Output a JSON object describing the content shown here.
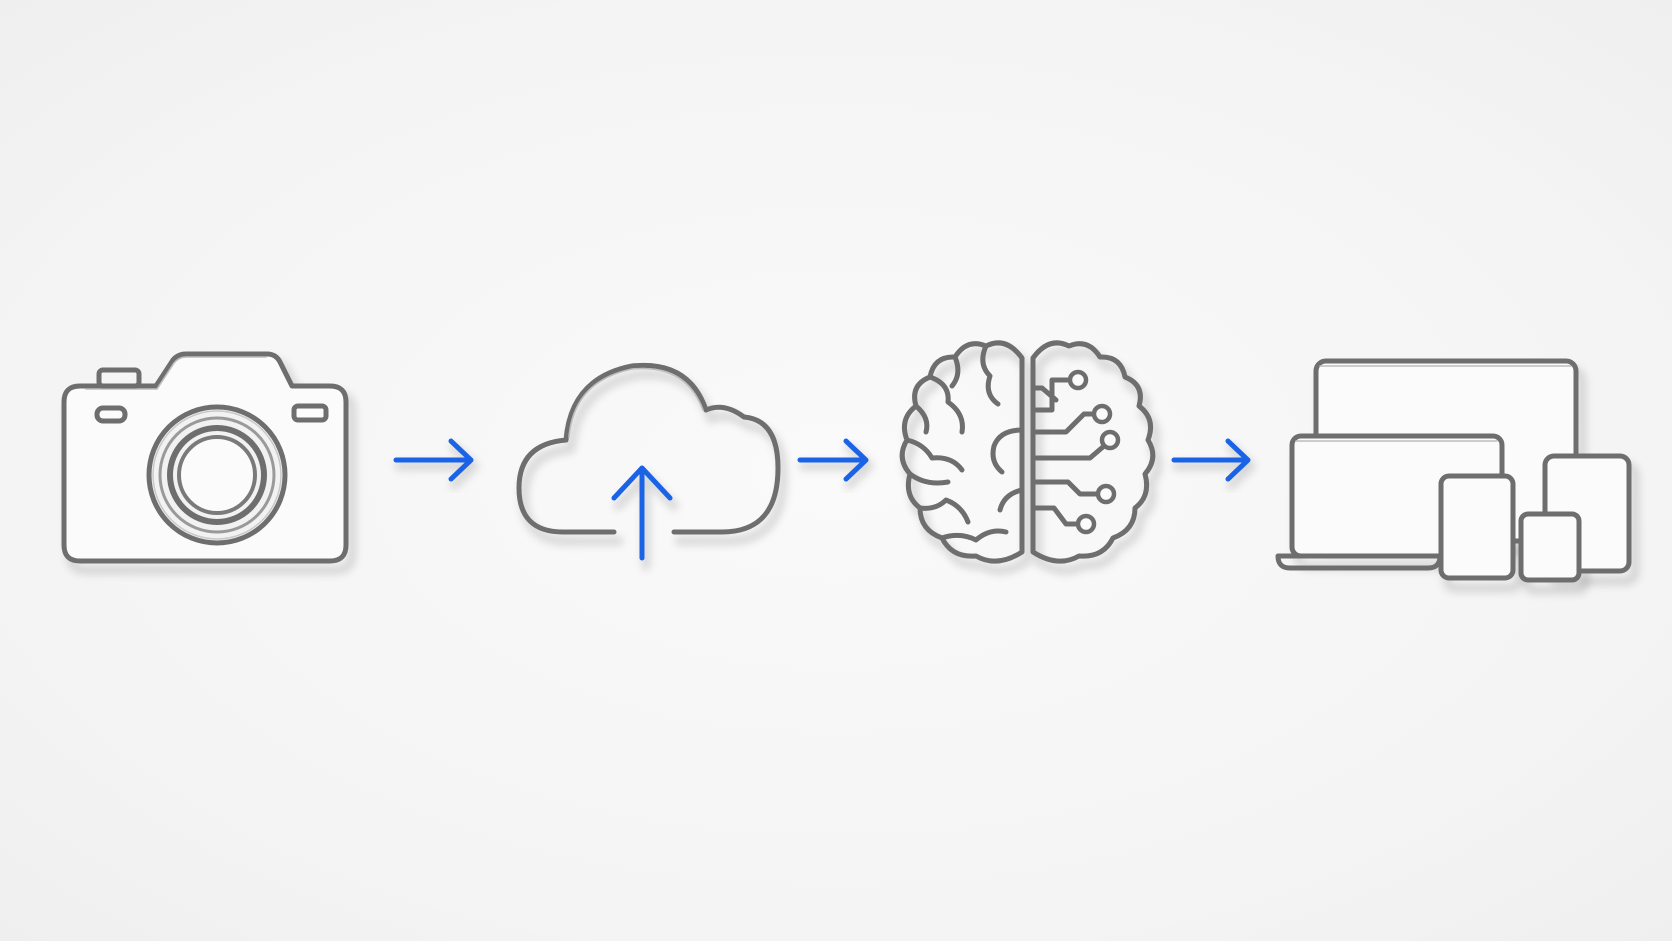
{
  "diagram": {
    "type": "icon-pipeline",
    "steps": [
      {
        "icon": "camera-icon"
      },
      {
        "icon": "cloud-upload-icon"
      },
      {
        "icon": "ai-brain-icon"
      },
      {
        "icon": "multi-device-icon"
      }
    ],
    "connectors": [
      {
        "from": 0,
        "to": 1,
        "icon": "arrow-right-icon"
      },
      {
        "from": 1,
        "to": 2,
        "icon": "arrow-right-icon"
      },
      {
        "from": 2,
        "to": 3,
        "icon": "arrow-right-icon"
      }
    ]
  },
  "colors": {
    "background": "#f6f6f6",
    "icon_outline": "#6e6e6e",
    "accent_blue": "#1a63e6"
  }
}
